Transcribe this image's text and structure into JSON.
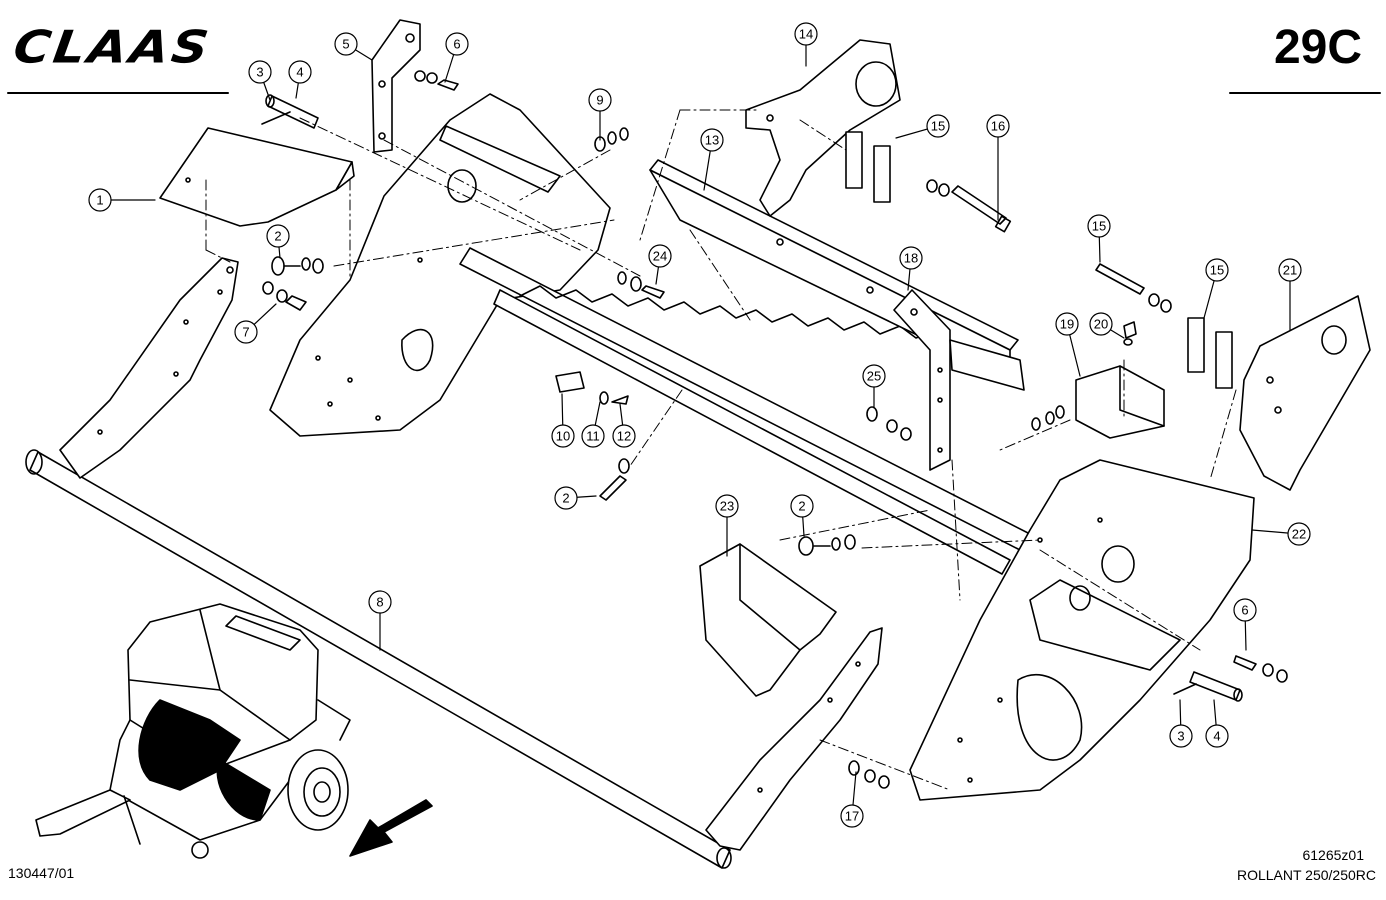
{
  "header": {
    "brand": "CLAAS",
    "page_code": "29C"
  },
  "footer": {
    "document_number": "130447/01",
    "drawing_number": "61265z01",
    "model": "ROLLANT 250/250RC"
  },
  "callouts": [
    "1",
    "2",
    "3",
    "4",
    "5",
    "6",
    "7",
    "8",
    "9",
    "10",
    "11",
    "12",
    "13",
    "14",
    "15",
    "16",
    "17",
    "18",
    "19",
    "20",
    "21",
    "22",
    "23",
    "24",
    "25"
  ]
}
